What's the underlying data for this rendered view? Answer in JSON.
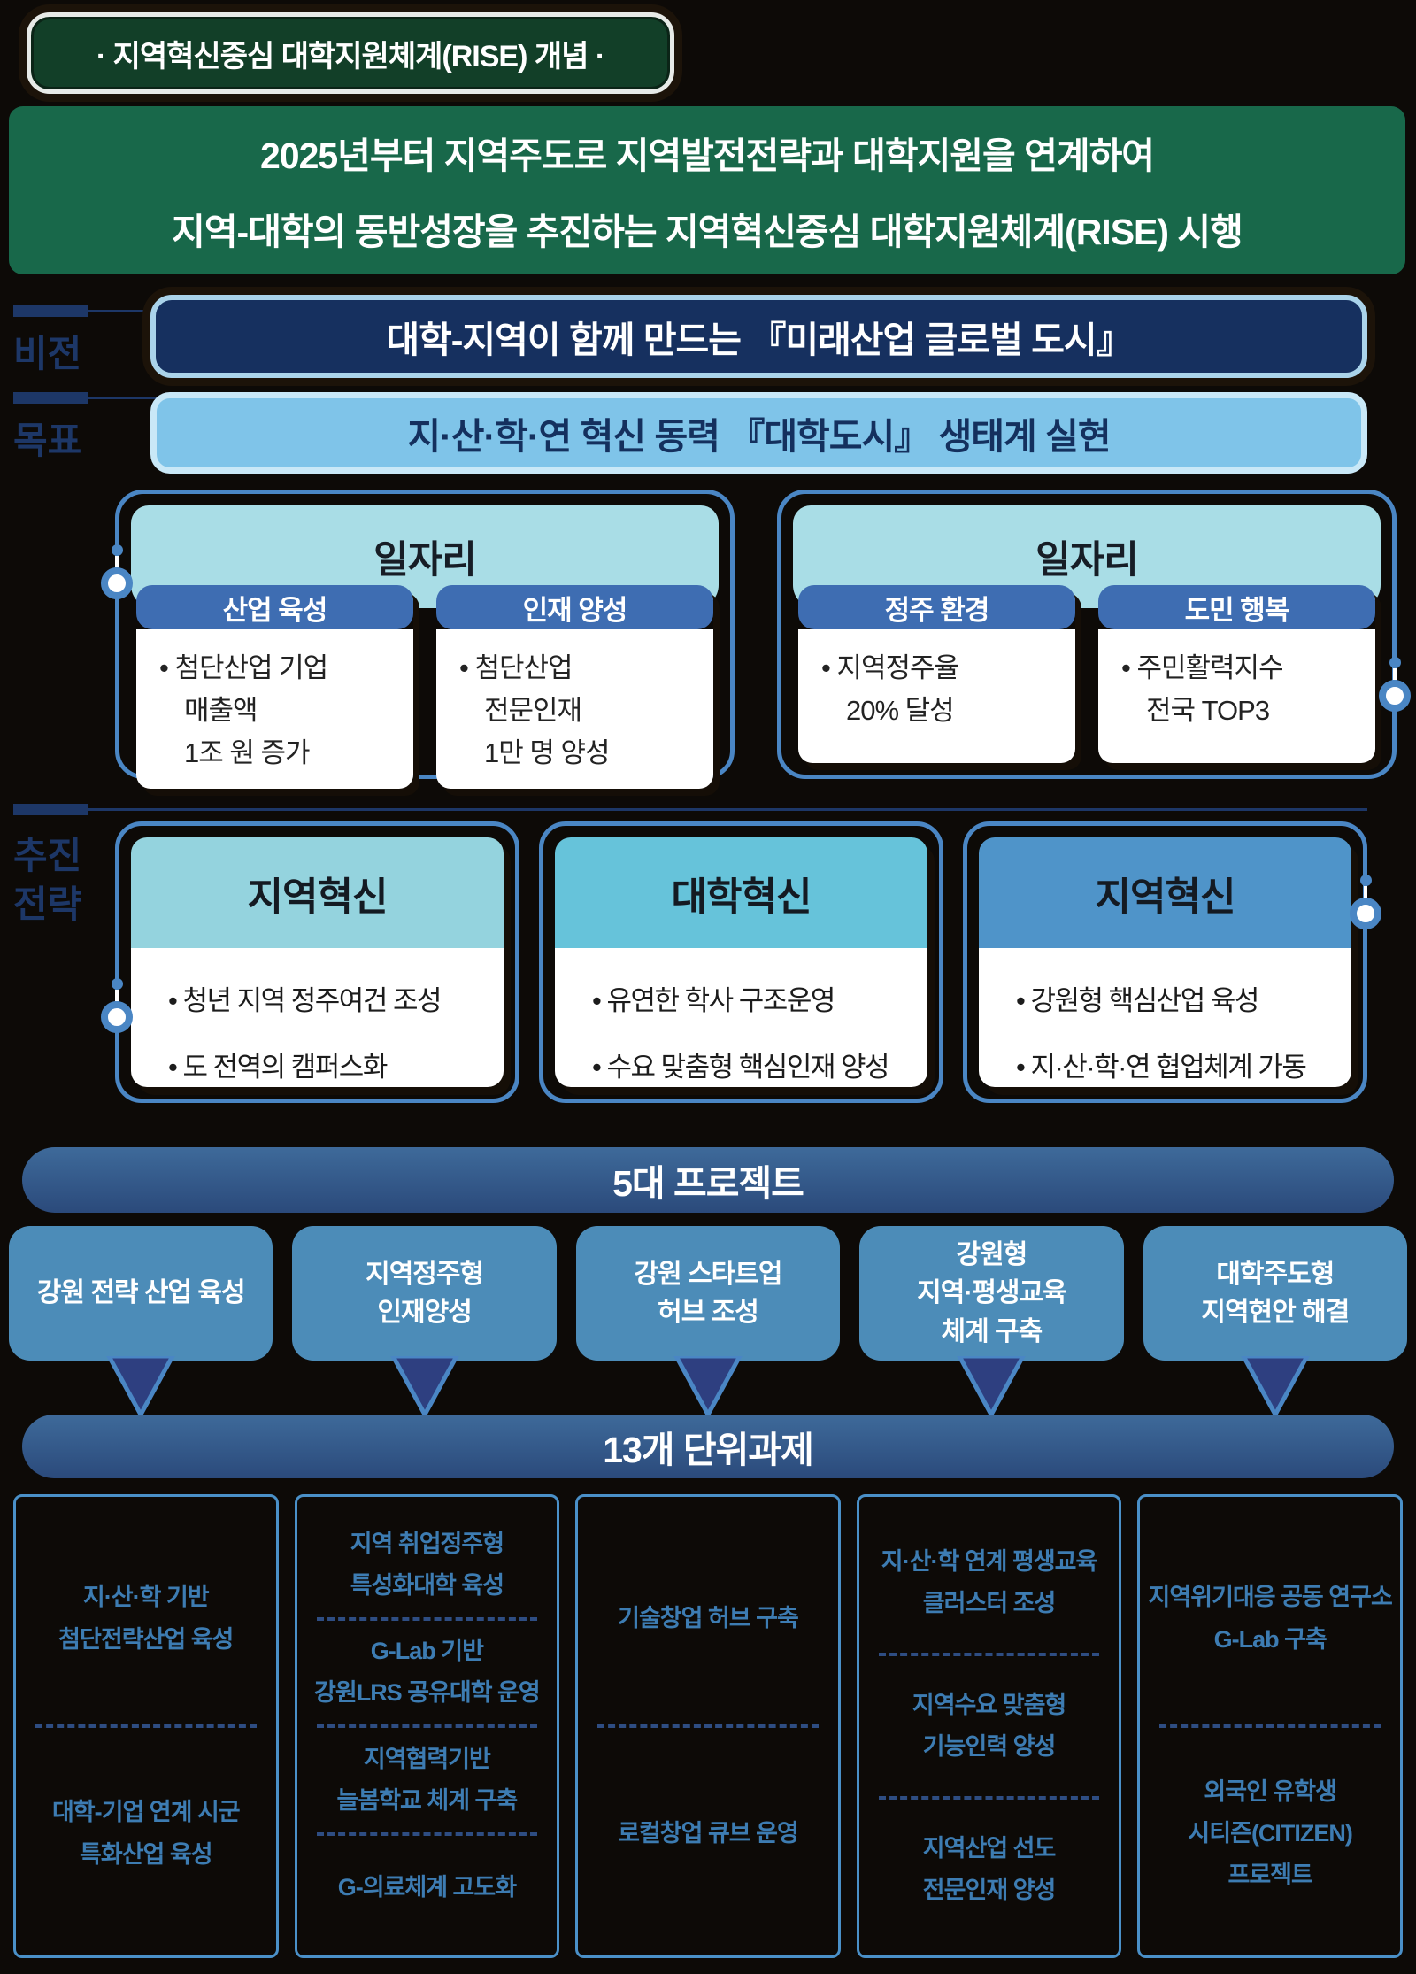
{
  "header": {
    "badge": "· 지역혁신중심 대학지원체계(RISE) 개념 ·",
    "banner_line1": "2025년부터 지역주도로 지역발전전략과 대학지원을 연계하여",
    "banner_line2": "지역-대학의 동반성장을 추진하는 지역혁신중심 대학지원체계(RISE) 시행"
  },
  "vision": {
    "label": "비전",
    "text": "대학-지역이 함께 만드는 『미래산업 글로벌 도시』"
  },
  "goal": {
    "label": "목표",
    "text": "지·산·학·연 혁신 동력 『대학도시』 생태계 실현"
  },
  "outcomes": [
    {
      "title": "일자리",
      "subs": [
        {
          "header": "산업 육성",
          "body": "• 첨단산업 기업\n매출액\n1조 원 증가"
        },
        {
          "header": "인재 양성",
          "body": "• 첨단산업\n전문인재\n1만 명 양성"
        }
      ]
    },
    {
      "title": "일자리",
      "subs": [
        {
          "header": "정주 환경",
          "body": "• 지역정주율\n20% 달성"
        },
        {
          "header": "도민 행복",
          "body": "• 주민활력지수\n전국 TOP3"
        }
      ]
    }
  ],
  "strategy": {
    "label": "추진\n전략",
    "cards": [
      {
        "title": "지역혁신",
        "bullets": [
          "• 청년 지역 정주여건 조성",
          "• 도 전역의 캠퍼스화"
        ]
      },
      {
        "title": "대학혁신",
        "bullets": [
          "• 유연한 학사 구조운영",
          "• 수요 맞춤형 핵심인재 양성"
        ]
      },
      {
        "title": "지역혁신",
        "bullets": [
          "• 강원형 핵심산업 육성",
          "• 지·산·학·연 협업체계 가동"
        ]
      }
    ]
  },
  "projects": {
    "title": "5대 프로젝트",
    "boxes": [
      "강원 전략 산업 육성",
      "지역정주형\n인재양성",
      "강원 스타트업\n허브 조성",
      "강원형\n지역·평생교육\n체계 구축",
      "대학주도형\n지역현안 해결"
    ]
  },
  "tasks": {
    "title": "13개 단위과제",
    "columns": [
      [
        "지·산·학 기반\n첨단전략산업 육성",
        "대학-기업 연계 시군\n특화산업 육성"
      ],
      [
        "지역 취업정주형\n특성화대학 육성",
        "G-Lab 기반\n강원LRS 공유대학 운영",
        "지역협력기반\n늘봄학교 체계 구축",
        "G-의료체계 고도화"
      ],
      [
        "기술창업 허브 구축",
        "로컬창업 큐브 운영"
      ],
      [
        "지·산·학 연계 평생교육\n클러스터 조성",
        "지역수요 맞춤형\n기능인력 양성",
        "지역산업 선도\n전문인재 양성"
      ],
      [
        "지역위기대응 공동 연구소\nG-Lab 구축",
        "외국인 유학생\n시티즌(CITIZEN)\n프로젝트"
      ]
    ]
  },
  "colors": {
    "badge_green": "#123f28",
    "banner_green": "#18684a",
    "vision_navy": "#16305f",
    "vision_border": "#aad3ea",
    "goal_sky": "#7fc4e9",
    "card_border_blue": "#4a86c4",
    "outcome_header_teal": "#a9dde6",
    "subhead_blue": "#3e6db2",
    "strategy_header_1": "#94d3de",
    "strategy_header_2": "#66c3da",
    "strategy_header_3": "#4f94c9",
    "banner_gradient_top": "#3e6a9a",
    "banner_gradient_bottom": "#2b4a7b",
    "project_box_blue": "#4c8cb8",
    "arrow_navy": "#2e3f80",
    "task_text_blue": "#3d7cb2",
    "label_navy": "#1d3767"
  }
}
